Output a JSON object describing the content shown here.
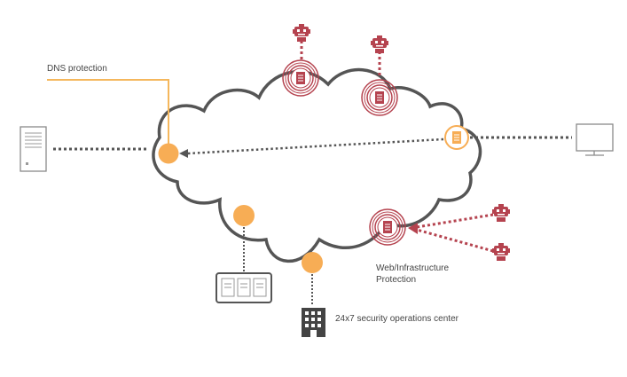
{
  "labels": {
    "dns_protection": "DNS protection",
    "web_protection_line1": "Web/Infrastructure",
    "web_protection_line2": "Protection",
    "soc": "24x7 security operations center"
  },
  "colors": {
    "cloud_stroke": "#555555",
    "dotted_line": "#555555",
    "orange": "#f7ad55",
    "dns_line": "#f5b75c",
    "threat": "#b5434f",
    "device_stroke": "#8a8a8a"
  },
  "icons": {
    "robot": "bot-icon",
    "server": "server-icon",
    "monitor": "monitor-icon",
    "document_server": "document-server-icon",
    "building": "building-icon",
    "server_rack": "server-rack-icon"
  }
}
